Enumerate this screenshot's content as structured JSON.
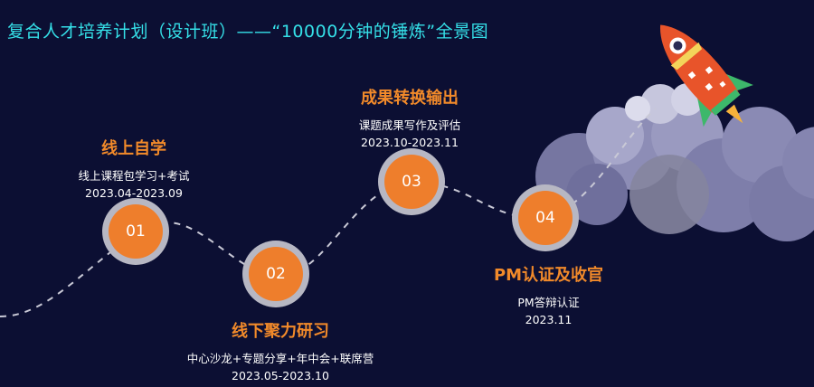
{
  "title": "复合人才培养计划（设计班）——“10000分钟的锤炼”全景图",
  "steps": [
    {
      "num": "01",
      "heading": "线上自学",
      "desc": "线上课程包学习+考试",
      "date": "2023.04-2023.09"
    },
    {
      "num": "02",
      "heading": "线下聚力研习",
      "desc": "中心沙龙+专题分享+年中会+联席营",
      "date": "2023.05-2023.10"
    },
    {
      "num": "03",
      "heading": "成果转换输出",
      "desc": "课题成果写作及评估",
      "date": "2023.10-2023.11"
    },
    {
      "num": "04",
      "heading": "PM认证及收官",
      "desc": "PM答辩认证",
      "date": "2023.11"
    }
  ],
  "colors": {
    "background": "#0c0f33",
    "title": "#35e0e8",
    "accent": "#ee7e2c",
    "ring": "#b7b7c3",
    "smoke": "#8d8db6",
    "rocket_body": "#e8542a",
    "rocket_fin": "#3db86b"
  },
  "icons": [
    "rocket-icon",
    "smoke-cloud"
  ]
}
